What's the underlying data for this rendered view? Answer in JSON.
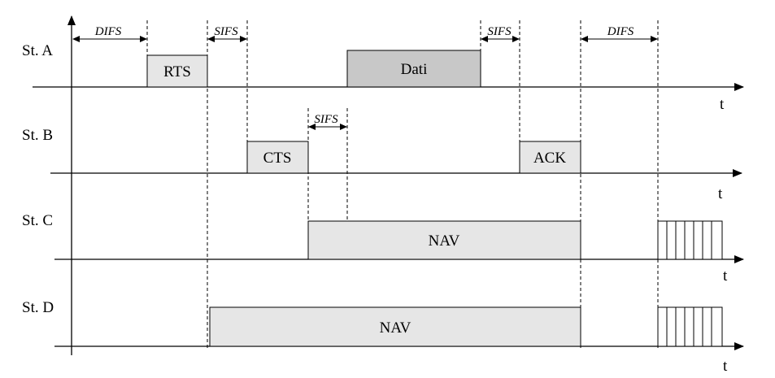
{
  "time_axis_label": "t",
  "stations": [
    {
      "label": "St. A"
    },
    {
      "label": "St. B"
    },
    {
      "label": "St. C"
    },
    {
      "label": "St. D"
    }
  ],
  "frames": {
    "rts": "RTS",
    "dati": "Dati",
    "cts": "CTS",
    "ack": "ACK",
    "nav_c": "NAV",
    "nav_d": "NAV"
  },
  "intervals": {
    "difs_1": "DIFS",
    "sifs_1": "SIFS",
    "sifs_2": "SIFS",
    "sifs_3": "SIFS",
    "difs_2": "DIFS"
  },
  "colors": {
    "light_frame": "#e6e6e6",
    "dark_frame": "#c8c8c8",
    "line": "#000000"
  }
}
